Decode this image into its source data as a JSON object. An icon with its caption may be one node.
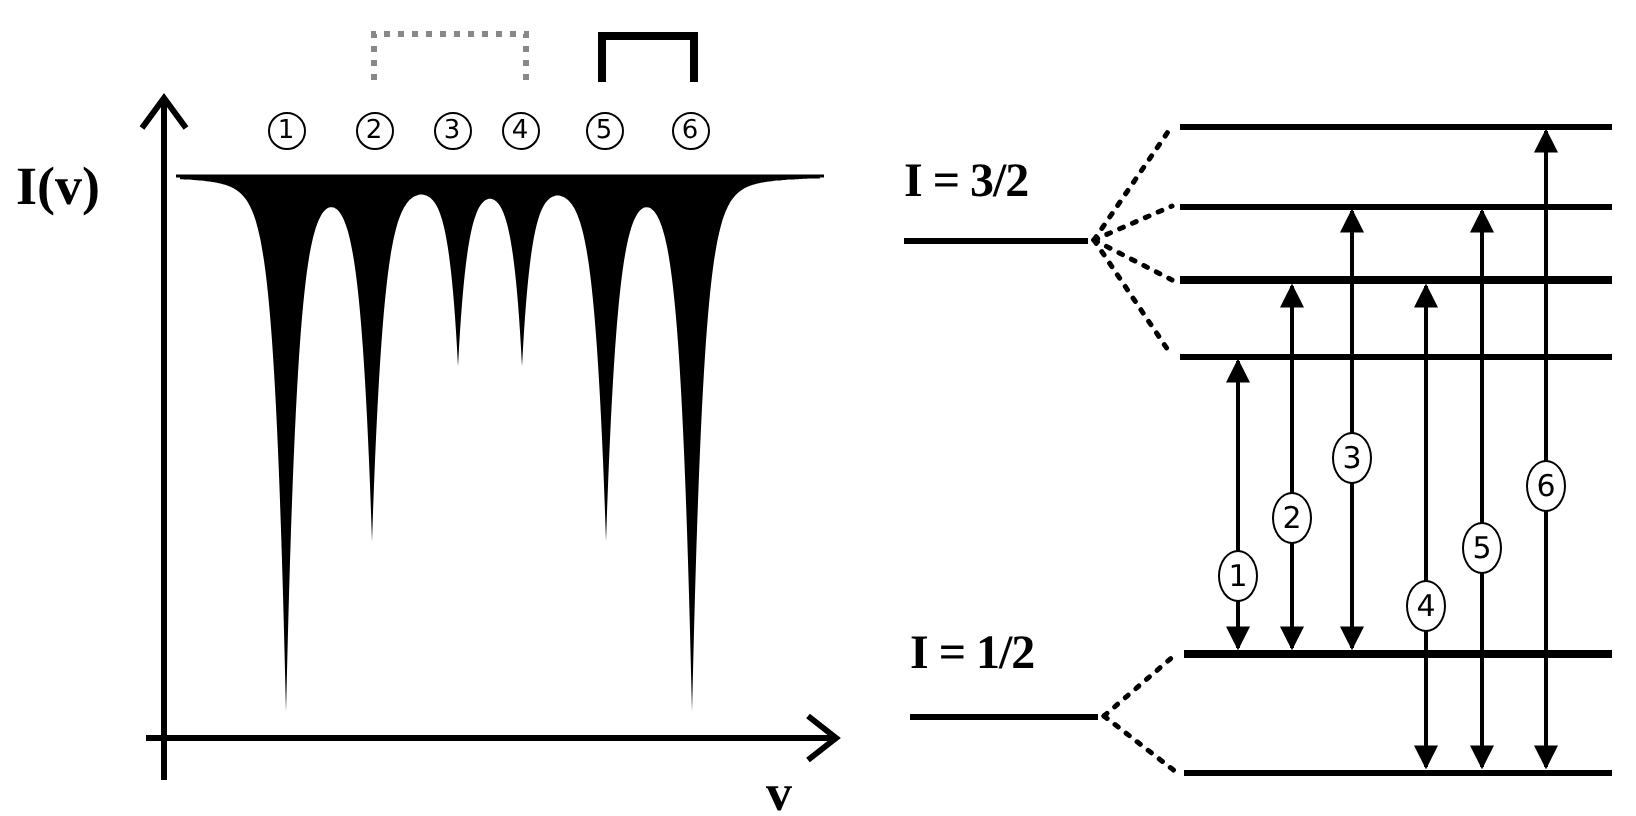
{
  "diagram": {
    "nodes": [
      {
        "text": [
          "I = 3/2"
        ]
      },
      {
        "text": [],
        "shape": "bar"
      },
      {
        "text": [],
        "shape": "bar"
      },
      {
        "text": [],
        "shape": "bar"
      },
      {
        "text": [],
        "shape": "bar"
      },
      {
        "text": [
          "I = 1/2"
        ]
      },
      {
        "text": [],
        "shape": "bar"
      },
      {
        "text": [],
        "shape": "bar"
      }
    ],
    "edges": [
      {
        "from": 0,
        "to": 1,
        "arrow": "none",
        "style": "dashed"
      },
      {
        "from": 0,
        "to": 2,
        "arrow": "none",
        "style": "dashed"
      },
      {
        "from": 0,
        "to": 3,
        "arrow": "none",
        "style": "dashed"
      },
      {
        "from": 0,
        "to": 4,
        "arrow": "none",
        "style": "dashed"
      },
      {
        "from": 5,
        "to": 6,
        "arrow": "none",
        "style": "dashed"
      },
      {
        "from": 5,
        "to": 7,
        "arrow": "none",
        "style": "dashed"
      },
      {
        "from": 6,
        "to": 4,
        "arrow": "both",
        "label": "1"
      },
      {
        "from": 6,
        "to": 3,
        "arrow": "both",
        "label": "2"
      },
      {
        "from": 6,
        "to": 2,
        "arrow": "both",
        "label": "3"
      },
      {
        "from": 7,
        "to": 3,
        "arrow": "both",
        "label": "4"
      },
      {
        "from": 7,
        "to": 2,
        "arrow": "both",
        "label": "5"
      },
      {
        "from": 7,
        "to": 1,
        "arrow": "both",
        "label": "6"
      }
    ],
    "labels": [
      "1",
      "2",
      "3",
      "4",
      "5",
      "6",
      "I(v)",
      "v"
    ]
  }
}
